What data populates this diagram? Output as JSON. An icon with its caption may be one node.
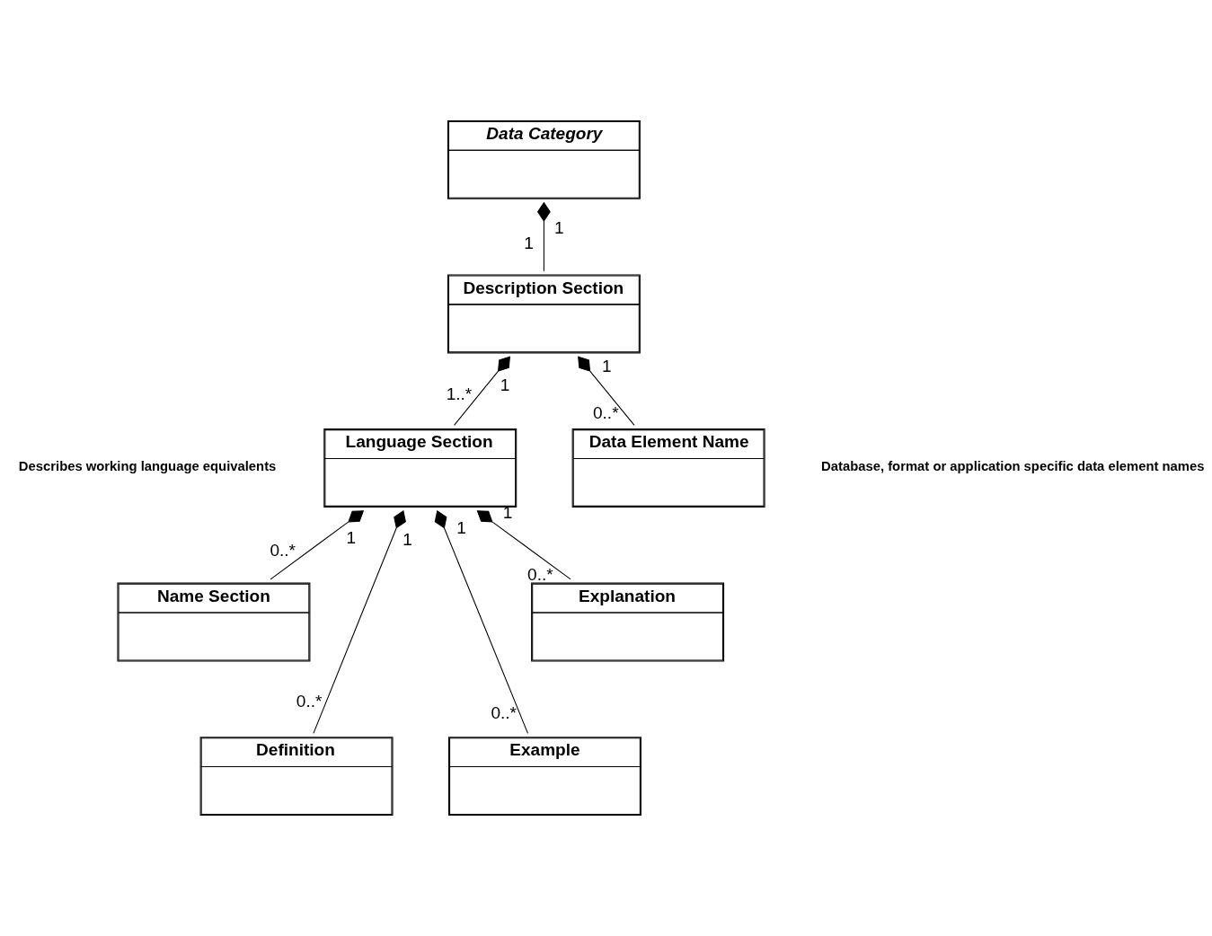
{
  "diagram": {
    "nodes": [
      {
        "text": [
          "Data Category"
        ]
      },
      {
        "text": [
          "Description Section"
        ]
      },
      {
        "text": [
          "Language Section"
        ]
      },
      {
        "text": [
          "Data Element Name"
        ]
      },
      {
        "text": [
          "Name Section"
        ]
      },
      {
        "text": [
          "Definition"
        ]
      },
      {
        "text": [
          "Example"
        ]
      },
      {
        "text": [
          "Explanation"
        ]
      }
    ],
    "edges": [
      {
        "from": 0,
        "to": 1,
        "arrow": "other"
      },
      {
        "from": 1,
        "to": 2,
        "arrow": "other"
      },
      {
        "from": 1,
        "to": 3,
        "arrow": "other"
      },
      {
        "from": 2,
        "to": 4,
        "arrow": "other"
      },
      {
        "from": 2,
        "to": 5,
        "arrow": "other"
      },
      {
        "from": 2,
        "to": 6,
        "arrow": "other"
      },
      {
        "from": 2,
        "to": 7,
        "arrow": "other"
      }
    ],
    "labels": [
      "1",
      "1",
      "1",
      "1",
      "1..*",
      "0..*",
      "Describes working language equivalents",
      "Database, format or application specific data element names",
      "1",
      "1",
      "1",
      "1",
      "0..*",
      "0..*",
      "0..*",
      "0..*"
    ]
  }
}
